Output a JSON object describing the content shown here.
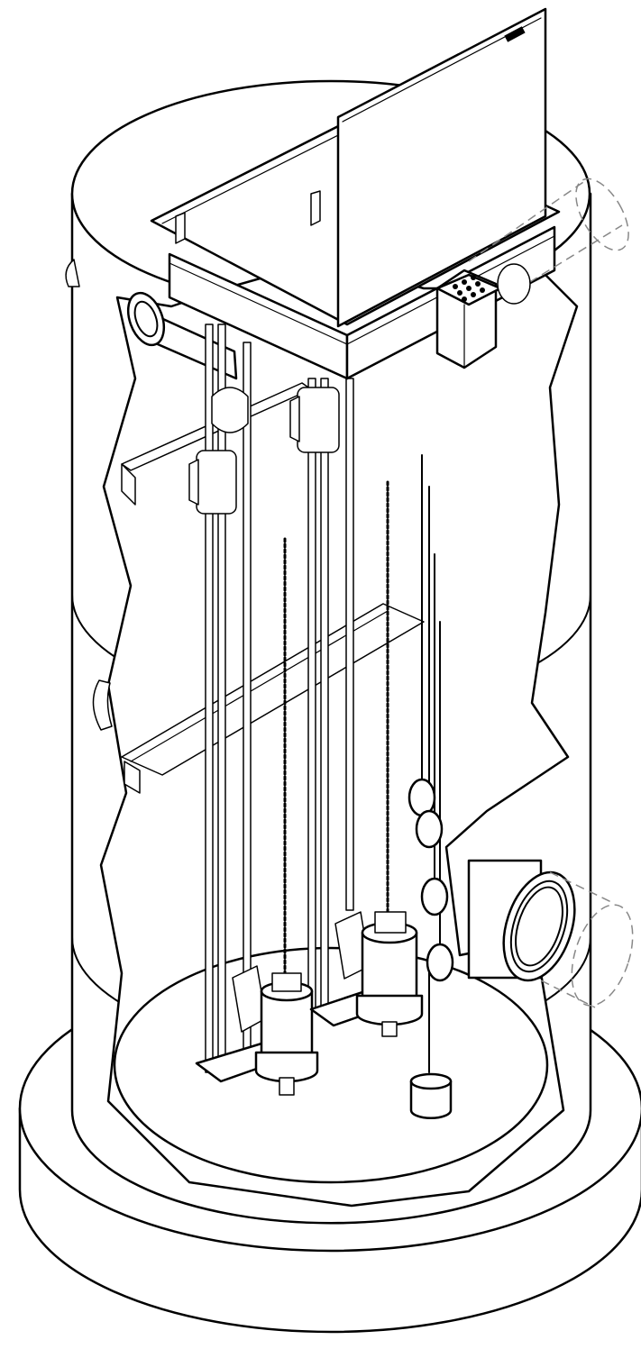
{
  "colors": {
    "line": "#000000",
    "background": "#ffffff",
    "phantom_line": "#888888"
  },
  "components": [
    {
      "id": "basin",
      "icon": "basin-icon"
    },
    {
      "id": "base-slab",
      "icon": "base-slab-icon"
    },
    {
      "id": "access-hatch",
      "icon": "hatch-icon"
    },
    {
      "id": "junction-box",
      "icon": "junction-box-icon"
    },
    {
      "id": "discharge-pipe",
      "icon": "pipe-icon"
    },
    {
      "id": "inlet-hub",
      "icon": "inlet-hub-icon"
    },
    {
      "id": "guide-rails",
      "icon": "rail-icon"
    },
    {
      "id": "pump-1",
      "icon": "pump-icon"
    },
    {
      "id": "pump-2",
      "icon": "pump-icon"
    },
    {
      "id": "lift-chains",
      "icon": "chain-icon"
    },
    {
      "id": "float-switches",
      "icon": "float-switch-icon"
    }
  ]
}
